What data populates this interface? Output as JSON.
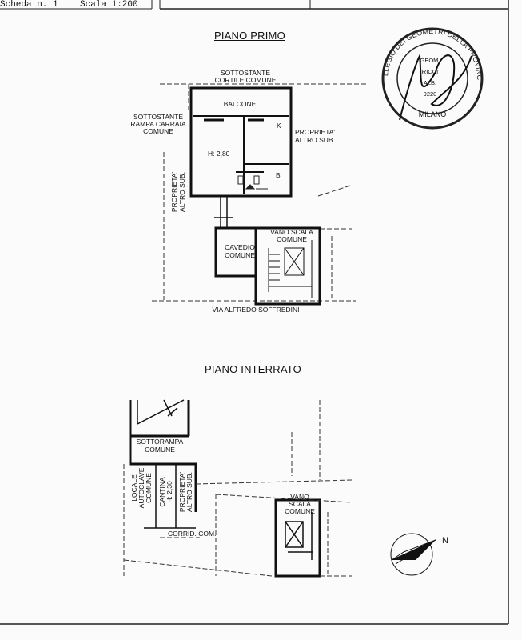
{
  "header": {
    "sheet": "Scheda n. 1",
    "scale": "Scala 1:200"
  },
  "first_floor": {
    "title": "PIANO PRIMO",
    "courtyard": [
      "SOTTOSTANTE",
      "CORTILE COMUNE"
    ],
    "ramp": [
      "SOTTOSTANTE",
      "RAMPA CARRAIA",
      "COMUNE"
    ],
    "balcony": "BALCONE",
    "kitchen": "K",
    "bath": "B",
    "height": "H: 2,80",
    "property_right": [
      "PROPRIETA'",
      "ALTRO SUB."
    ],
    "property_left": [
      "PROPRIETA'",
      "ALTRO SUB."
    ],
    "cavedio": [
      "CAVEDIO",
      "COMUNE"
    ],
    "stair": [
      "VANO SCALA",
      "COMUNE"
    ],
    "street": "VIA ALFREDO SOFFREDINI"
  },
  "basement": {
    "title": "PIANO INTERRATO",
    "sottorampa": [
      "SOTTORAMPA",
      "COMUNE"
    ],
    "locale": [
      "LOCALE",
      "AUTOCLAVE",
      "COMUNE"
    ],
    "cantina": [
      "CANTINA",
      "H: 2,30"
    ],
    "property": [
      "PROPRIETA'",
      "ALTRO SUB."
    ],
    "corridor": "CORRID. COM.",
    "stair": [
      "VANO",
      "SCALA",
      "COMUNE"
    ]
  },
  "north": "N",
  "stamp": {
    "ring_text": "COLLEGIO DEI GEOMETRI DELLA PROVINCIA",
    "city": "MILANO",
    "inner": [
      "GEOM.",
      "RICCI",
      "ALB.",
      "9220"
    ]
  }
}
